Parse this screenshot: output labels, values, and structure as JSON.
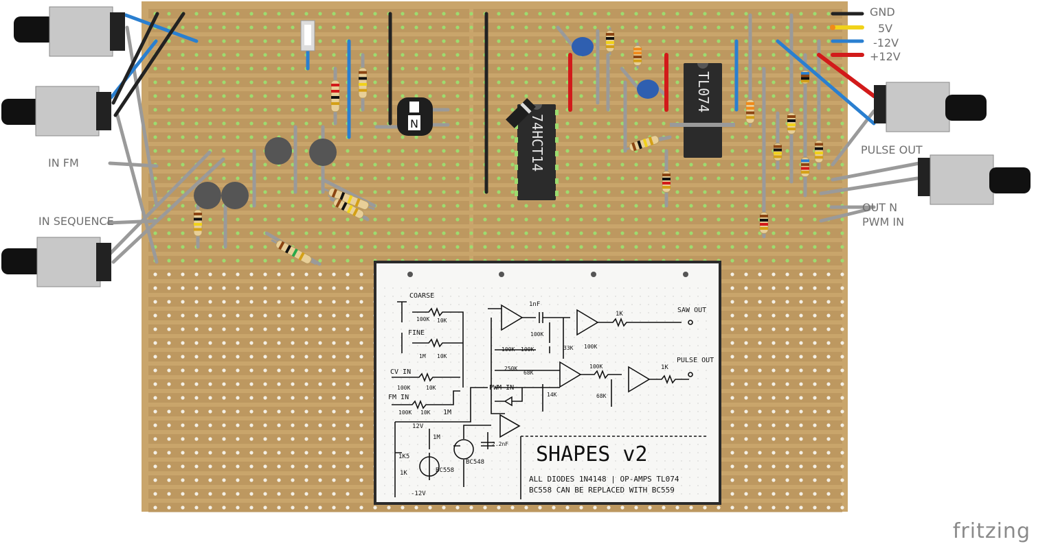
{
  "labels": {
    "in_fm": "IN FM",
    "in_sequence": "IN SEQUENCE",
    "pulse_out": "PULSE OUT",
    "out_n": "OUT N",
    "pwm_in": "PWM IN"
  },
  "power": {
    "gnd": "GND",
    "v5": "5V",
    "vneg12": "-12V",
    "vpos12": "+12V"
  },
  "colors": {
    "board": "#c9a56b",
    "strip": "#b38e57",
    "hole": "#9ddc6f",
    "wire_blue": "#2a7fd0",
    "wire_black": "#222222",
    "wire_red": "#d21a1a",
    "wire_yellow": "#f1d21a",
    "wire_grey": "#9a9a9a"
  },
  "chips": {
    "hc14": "74HCT14",
    "tl074": "TL074"
  },
  "schematic": {
    "title": "SHAPES v2",
    "note1": "ALL DIODES 1N4148 | OP-AMPS TL074",
    "note2": "BC558 CAN BE REPLACED WITH BC559",
    "coarse": "COARSE",
    "fine": "FINE",
    "cv_in": "CV IN",
    "fm_in": "FM IN",
    "pwm_in": "PWM IN",
    "saw_out": "SAW OUT",
    "pulse_out": "PULSE OUT",
    "r100k": "100K",
    "r10k": "10K",
    "r1m": "1M",
    "r1k": "1K",
    "r1k5": "1K5",
    "r14k": "14K",
    "r33k": "33K",
    "r68k": "68K",
    "r250k": "250K",
    "c1nf": "1nF",
    "c22nf": "2.2nF",
    "v12": "12V",
    "vm12": "-12V",
    "bc548": "BC548",
    "bc558": "BC558"
  },
  "brand": "fritzing"
}
